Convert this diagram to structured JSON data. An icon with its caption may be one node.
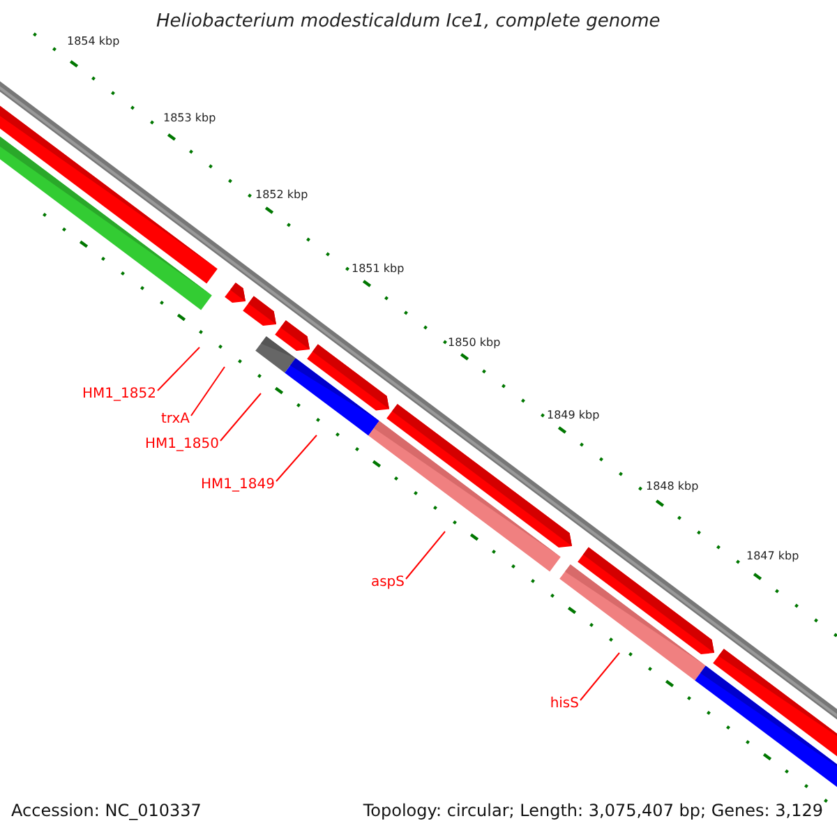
{
  "diagram": {
    "title": "Heliobacterium modesticaldum Ice1, complete genome",
    "nodes": [
      {
        "text": [
          "HM1_1852"
        ]
      },
      {
        "text": [
          "trxA"
        ]
      },
      {
        "text": [
          "HM1_1850"
        ]
      },
      {
        "text": [
          "HM1_1849"
        ]
      },
      {
        "text": [
          "aspS"
        ]
      },
      {
        "text": [
          "hisS"
        ]
      }
    ],
    "edges": [
      {
        "from": 0,
        "to": null,
        "arrow": "none"
      },
      {
        "from": 1,
        "to": null,
        "arrow": "none"
      },
      {
        "from": 2,
        "to": null,
        "arrow": "none"
      },
      {
        "from": 3,
        "to": null,
        "arrow": "none"
      },
      {
        "from": 4,
        "to": null,
        "arrow": "none"
      },
      {
        "from": 5,
        "to": null,
        "arrow": "none"
      }
    ],
    "labels": [
      "1854 kbp",
      "1853 kbp",
      "1852 kbp",
      "1851 kbp",
      "1850 kbp",
      "1849 kbp",
      "1848 kbp",
      "1847 kbp",
      "Accession: NC_010337",
      "Topology: circular; Length: 3,075,407 bp; Genes: 3,129"
    ]
  }
}
